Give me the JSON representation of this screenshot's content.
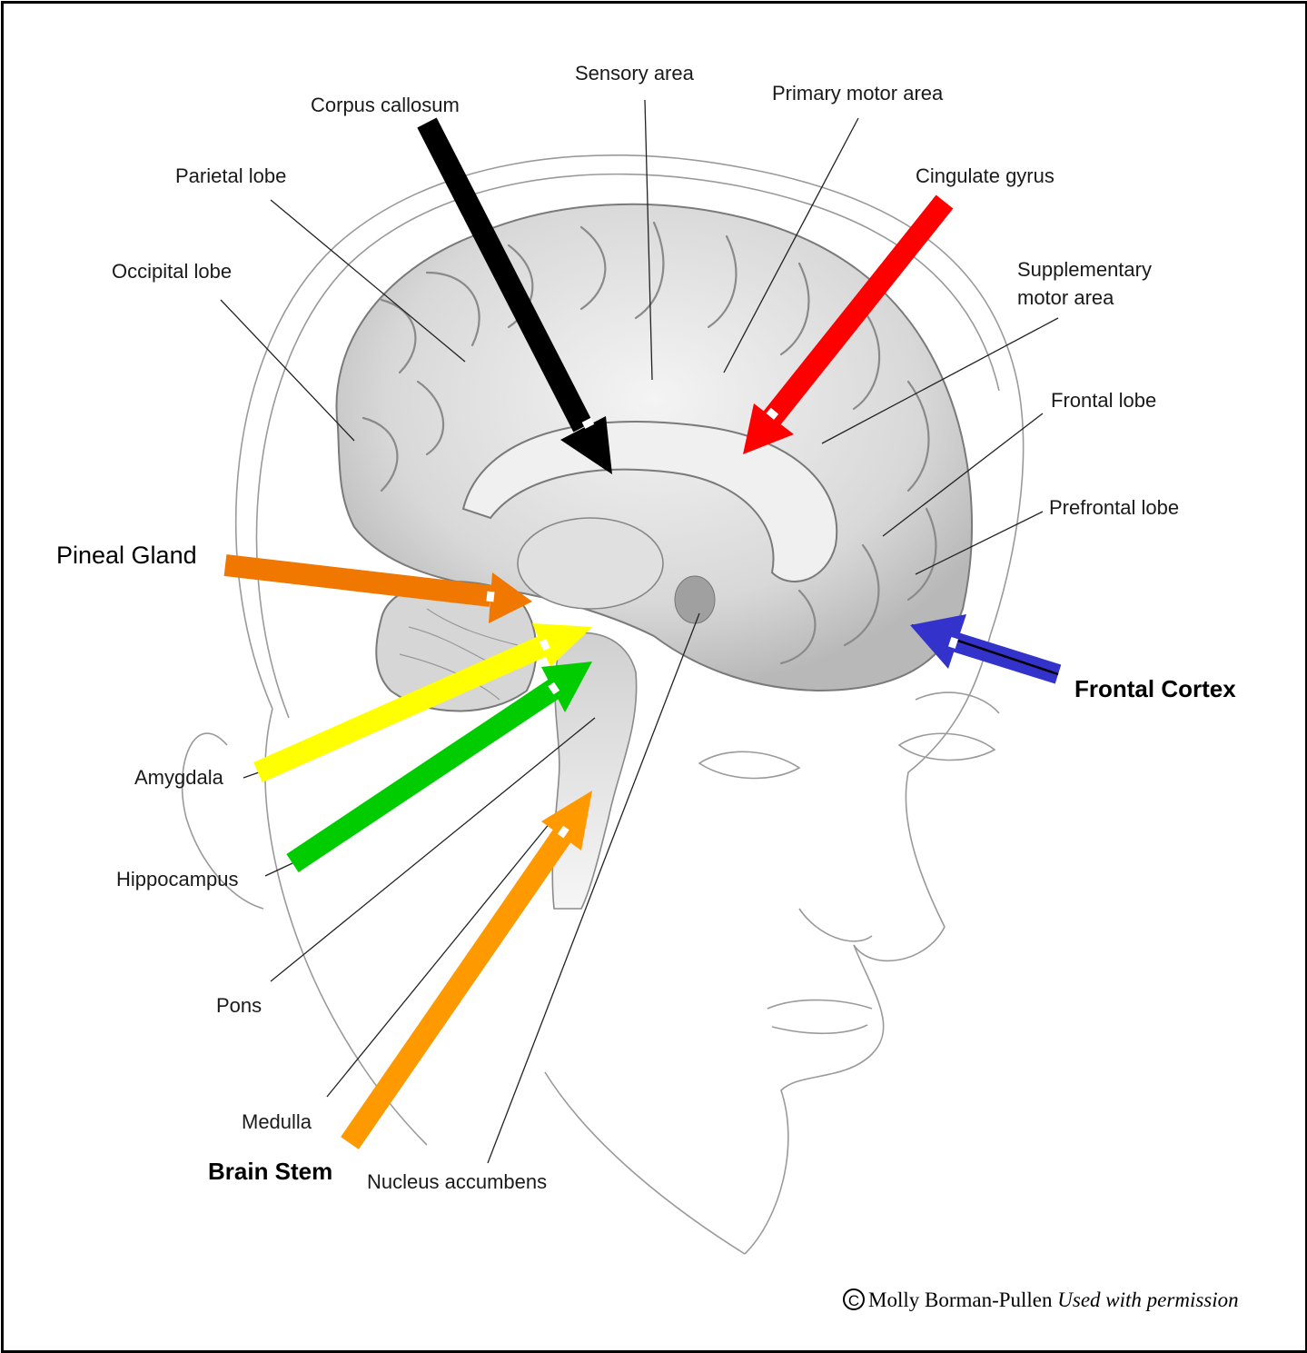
{
  "labels": {
    "sensory_area": "Sensory area",
    "primary_motor_area": "Primary motor area",
    "corpus_callosum": "Corpus callosum",
    "cingulate_gyrus": "Cingulate gyrus",
    "parietal_lobe": "Parietal lobe",
    "occipital_lobe": "Occipital lobe",
    "supplementary_line1": "Supplementary",
    "supplementary_line2": "motor area",
    "frontal_lobe": "Frontal lobe",
    "prefrontal_lobe": "Prefrontal lobe",
    "pineal_gland": "Pineal Gland",
    "frontal_cortex": "Frontal Cortex",
    "amygdala": "Amygdala",
    "hippocampus": "Hippocampus",
    "pons": "Pons",
    "medulla": "Medulla",
    "brain_stem": "Brain Stem",
    "nucleus_accumbens": "Nucleus accumbens"
  },
  "credit": {
    "symbol": "C",
    "author": "Molly Borman-Pullen",
    "note": "Used with permission"
  },
  "colors": {
    "corpus_callosum_arrow": "#000000",
    "cingulate_gyrus_arrow": "#ff0000",
    "pineal_gland_arrow": "#f07800",
    "amygdala_arrow": "#ffff00",
    "hippocampus_arrow": "#00cc00",
    "brain_stem_arrow": "#ff9900",
    "frontal_cortex_arrow": "#3333cc"
  }
}
